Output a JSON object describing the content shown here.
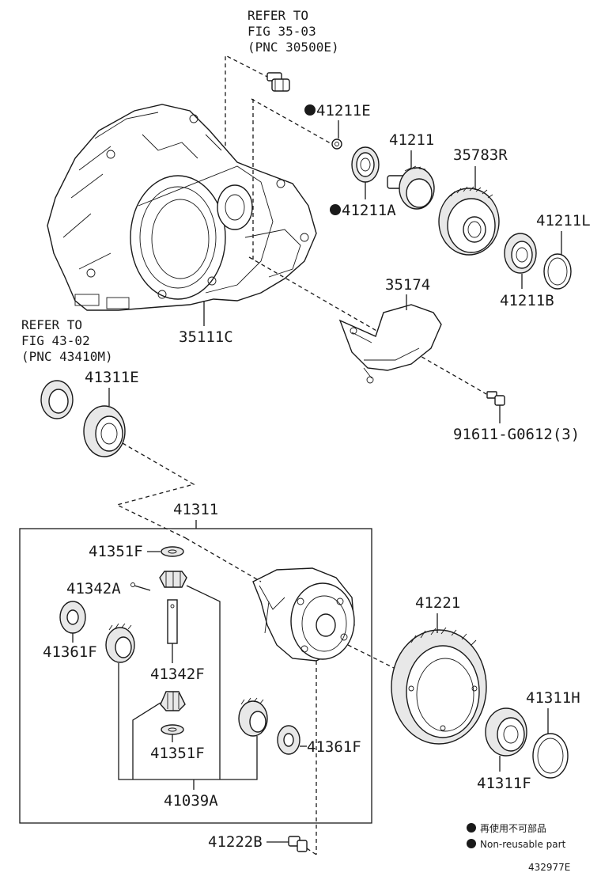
{
  "diagram": {
    "refs": [
      {
        "line1": "REFER TO",
        "line2": "FIG 35-03",
        "line3": "(PNC 30500E)"
      },
      {
        "line1": "REFER TO",
        "line2": "FIG 43-02",
        "line3": "(PNC 43410M)"
      }
    ],
    "labels": {
      "p41211E": "41211E",
      "p41211": "41211",
      "p35783R": "35783R",
      "p41211A": "41211A",
      "p41211L": "41211L",
      "p41211B": "41211B",
      "p35174": "35174",
      "p35111C": "35111C",
      "p41311E": "41311E",
      "p91611": "91611-G0612(3)",
      "p41311": "41311",
      "p41351F_top": "41351F",
      "p41342A": "41342A",
      "p41361F_left": "41361F",
      "p41342F": "41342F",
      "p41351F_bot": "41351F",
      "p41361F_right": "41361F",
      "p41039A": "41039A",
      "p41221": "41221",
      "p41311H": "41311H",
      "p41311F": "41311F",
      "p41222B": "41222B"
    },
    "legend": {
      "jp": "再使用不可部品",
      "en": "Non-reusable part"
    },
    "figure_id": "432977E",
    "colors": {
      "ink": "#1a1a1a",
      "background": "#ffffff"
    }
  }
}
